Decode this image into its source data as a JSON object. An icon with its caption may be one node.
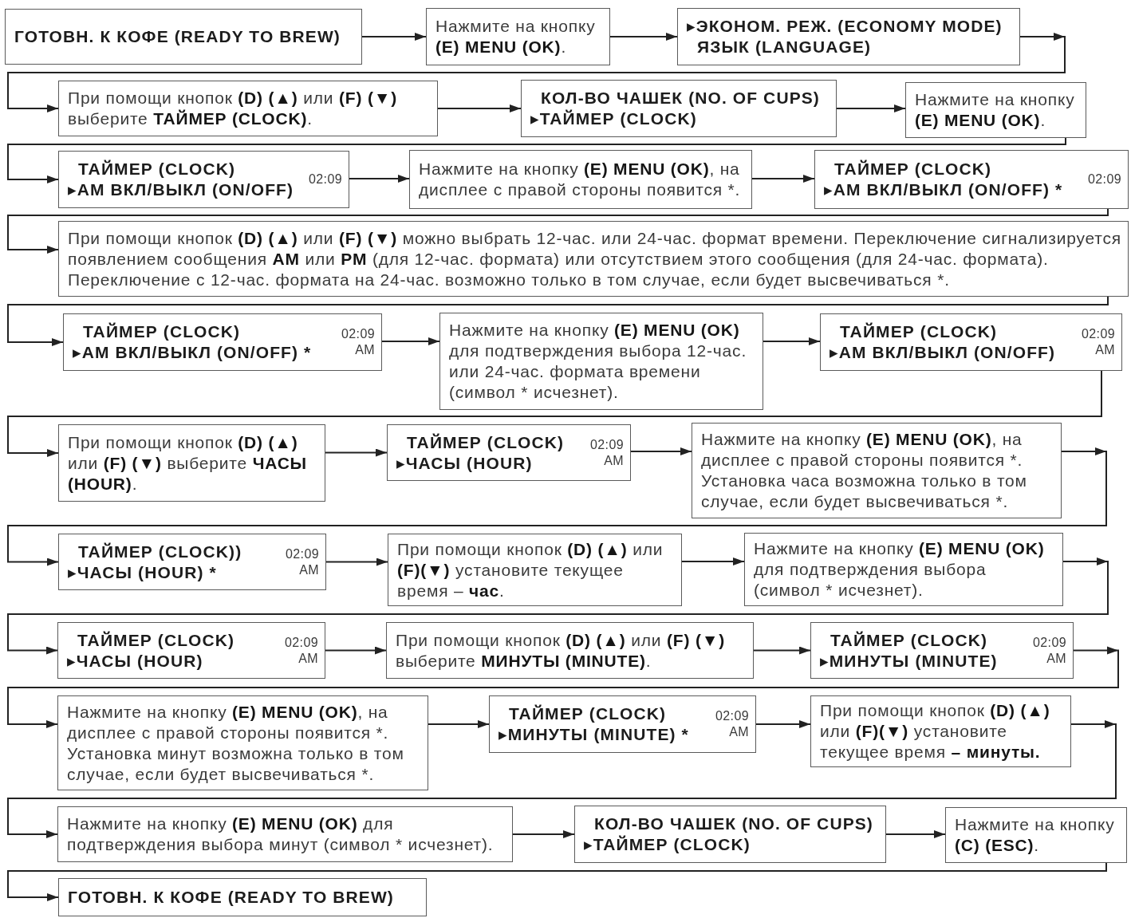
{
  "diagram": {
    "nodes": [
      {
        "text": [
          "ГОТОВН. К КОФЕ (READY TO BREW)"
        ]
      },
      {
        "text": [
          "Нажмите на кнопку **(E) MENU (OK)**."
        ]
      },
      {
        "text": [
          "▸ЭКОНОМ. РЕЖ. (ECONOMY MODE)",
          "ЯЗЫК (LANGUAGE)"
        ]
      },
      {
        "text": [
          "При помощи кнопок **(D) (▲)** или **(F) (▼)** выберите **ТАЙМЕР (CLOCK)**."
        ]
      },
      {
        "text": [
          "КОЛ-ВО ЧАШЕК (NO. OF CUPS)",
          "▸ТАЙМЕР (CLOCK)"
        ]
      },
      {
        "text": [
          "Нажмите на кнопку **(E) MENU (OK)**."
        ]
      },
      {
        "text": [
          "ТАЙМЕР (CLOCK)",
          "▸AM ВКЛ/ВЫКЛ (ON/OFF)",
          "02:09"
        ]
      },
      {
        "text": [
          "Нажмите на кнопку **(E) MENU (OK)**, на дисплее с правой стороны появится *."
        ]
      },
      {
        "text": [
          "ТАЙМЕР (CLOCK)",
          "▸AM ВКЛ/ВЫКЛ (ON/OFF) *",
          "02:09"
        ]
      },
      {
        "text": [
          "При помощи кнопок **(D) (▲)** или **(F) (▼)** можно выбрать 12-час. или 24-час. формат времени. Переключение сигнализируется появлением сообщения **AM** или **PM** (для 12-час. формата) или отсутствием этого сообщения (для 24-час. формата). Переключение с 12-час. формата на 24-час. возможно только в том случае, если будет высвечиваться *."
        ]
      },
      {
        "text": [
          "ТАЙМЕР (CLOCK)",
          "▸AM ВКЛ/ВЫКЛ (ON/OFF) *",
          "02:09 AM"
        ]
      },
      {
        "text": [
          "Нажмите на кнопку **(E) MENU (OK)** для подтверждения выбора 12-час. или 24-час. формата времени (символ * исчезнет)."
        ]
      },
      {
        "text": [
          "ТАЙМЕР (CLOCK)",
          "▸AM ВКЛ/ВЫКЛ (ON/OFF)",
          "02:09 AM"
        ]
      },
      {
        "text": [
          "При помощи кнопок **(D) (▲)** или **(F) (▼)** выберите **ЧАСЫ (HOUR)**."
        ]
      },
      {
        "text": [
          "ТАЙМЕР (CLOCK)",
          "▸ЧАСЫ (HOUR)",
          "02:09 AM"
        ]
      },
      {
        "text": [
          "Нажмите на кнопку **(E) MENU (OK)**, на дисплее с правой стороны появится *. Установка часа возможна только в том случае, если будет высвечиваться *."
        ]
      },
      {
        "text": [
          "ТАЙМЕР (CLOCK))",
          "▸ЧАСЫ (HOUR) *",
          "02:09 AM"
        ]
      },
      {
        "text": [
          "При помощи кнопок **(D) (▲)** или **(F)(▼)** установите текущее время – **час**."
        ]
      },
      {
        "text": [
          "Нажмите на кнопку **(E) MENU (OK)** для подтверждения выбора (символ * исчезнет)."
        ]
      },
      {
        "text": [
          "ТАЙМЕР (CLOCK)",
          "▸ЧАСЫ (HOUR)",
          "02:09 AM"
        ]
      },
      {
        "text": [
          "При помощи кнопок **(D) (▲)** или **(F) (▼)** выберите **МИНУТЫ (MINUTE)**."
        ]
      },
      {
        "text": [
          "ТАЙМЕР (CLOCK)",
          "▸МИНУТЫ (MINUTE)",
          "02:09 AM"
        ]
      },
      {
        "text": [
          "Нажмите на кнопку **(E) MENU (OK)**, на дисплее с правой стороны появится *. Установка минут возможна только в том случае, если будет высвечиваться *."
        ]
      },
      {
        "text": [
          "ТАЙМЕР (CLOCK)",
          "▸МИНУТЫ (MINUTE) *",
          "02:09 AM"
        ]
      },
      {
        "text": [
          "При помощи кнопок **(D) (▲)** или **(F)(▼)** установите текущее время **– минуты.**"
        ]
      },
      {
        "text": [
          "Нажмите на кнопку **(E) MENU (OK)** для подтверждения выбора минут (символ * исчезнет)."
        ]
      },
      {
        "text": [
          "КОЛ-ВО ЧАШЕК (NO. OF CUPS)",
          "▸ТАЙМЕР (CLOCK)"
        ]
      },
      {
        "text": [
          "Нажмите на кнопку **(C) (ESC)**."
        ]
      },
      {
        "text": [
          "ГОТОВН. К КОФЕ (READY TO BREW)"
        ]
      }
    ],
    "edges": [
      {
        "from": 0,
        "to": 1,
        "arrow": "to"
      },
      {
        "from": 1,
        "to": 2,
        "arrow": "to"
      },
      {
        "from": 2,
        "to": 3,
        "arrow": "to"
      },
      {
        "from": 3,
        "to": 4,
        "arrow": "to"
      },
      {
        "from": 4,
        "to": 5,
        "arrow": "to"
      },
      {
        "from": 5,
        "to": 6,
        "arrow": "to"
      },
      {
        "from": 6,
        "to": 7,
        "arrow": "to"
      },
      {
        "from": 7,
        "to": 8,
        "arrow": "to"
      },
      {
        "from": 8,
        "to": 9,
        "arrow": "to"
      },
      {
        "from": 9,
        "to": 10,
        "arrow": "to"
      },
      {
        "from": 10,
        "to": 11,
        "arrow": "to"
      },
      {
        "from": 11,
        "to": 12,
        "arrow": "to"
      },
      {
        "from": 12,
        "to": 13,
        "arrow": "to"
      },
      {
        "from": 13,
        "to": 14,
        "arrow": "to"
      },
      {
        "from": 14,
        "to": 15,
        "arrow": "to"
      },
      {
        "from": 15,
        "to": 16,
        "arrow": "to"
      },
      {
        "from": 16,
        "to": 17,
        "arrow": "to"
      },
      {
        "from": 17,
        "to": 18,
        "arrow": "to"
      },
      {
        "from": 18,
        "to": 19,
        "arrow": "to"
      },
      {
        "from": 19,
        "to": 20,
        "arrow": "to"
      },
      {
        "from": 20,
        "to": 21,
        "arrow": "to"
      },
      {
        "from": 21,
        "to": 22,
        "arrow": "to"
      },
      {
        "from": 22,
        "to": 23,
        "arrow": "to"
      },
      {
        "from": 23,
        "to": 24,
        "arrow": "to"
      },
      {
        "from": 24,
        "to": 25,
        "arrow": "to"
      },
      {
        "from": 25,
        "to": 26,
        "arrow": "to"
      },
      {
        "from": 26,
        "to": 27,
        "arrow": "to"
      },
      {
        "from": 27,
        "to": 28,
        "arrow": "to"
      }
    ]
  }
}
